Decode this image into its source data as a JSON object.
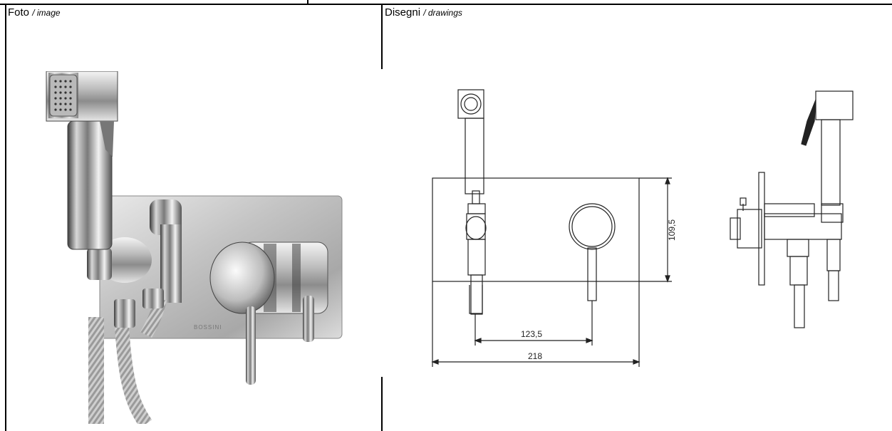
{
  "photo_cell": {
    "label": "Foto",
    "sublabel": "/ image"
  },
  "drawings_cell": {
    "label": "Disegni",
    "sublabel": "/ drawings"
  },
  "photo": {
    "brand_mark": "BOSSINI"
  },
  "drawing": {
    "dim_height": "109,5",
    "dim_spacing": "123,5",
    "dim_width": "218"
  }
}
